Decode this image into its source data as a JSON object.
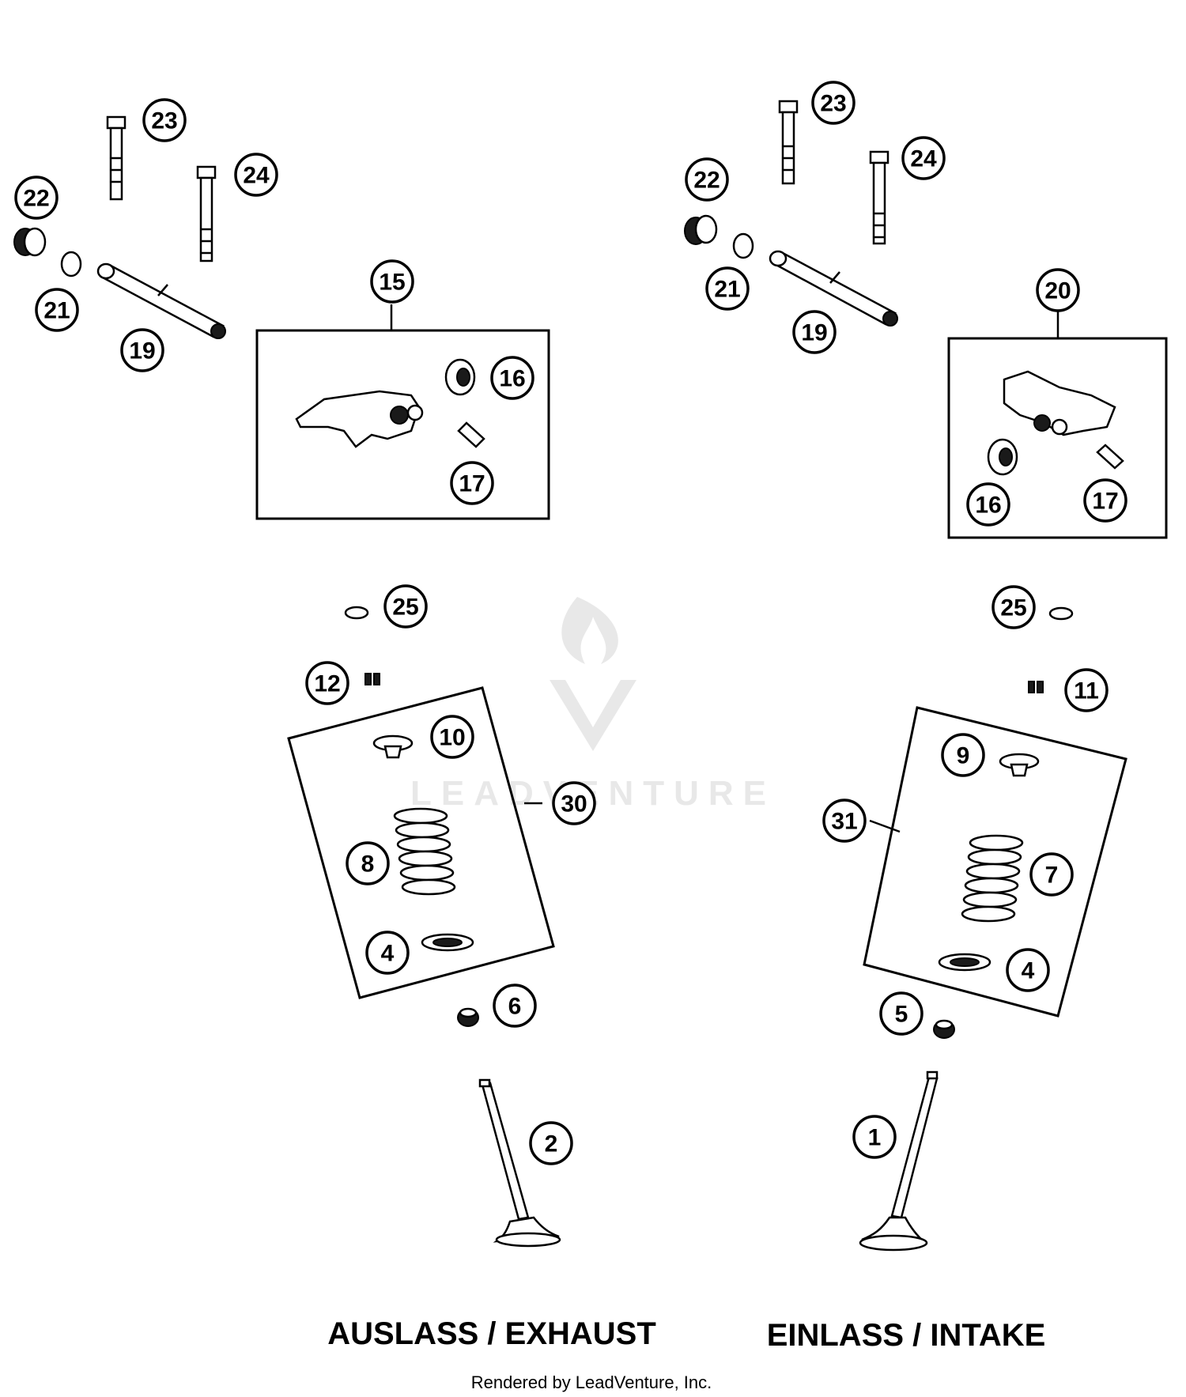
{
  "labels": {
    "exhaust": "AUSLASS / EXHAUST",
    "intake": "EINLASS / INTAKE"
  },
  "credit": "Rendered by LeadVenture, Inc.",
  "watermark": {
    "text": "LEADVENTURE",
    "icon": "flame-v-logo-icon"
  },
  "callouts": {
    "ex_23": "23",
    "ex_24": "24",
    "ex_22": "22",
    "ex_21": "21",
    "ex_19": "19",
    "ex_15": "15",
    "ex_16": "16",
    "ex_17": "17",
    "ex_25": "25",
    "ex_12": "12",
    "ex_10": "10",
    "ex_30": "30",
    "ex_8": "8",
    "ex_4": "4",
    "ex_6": "6",
    "ex_2": "2",
    "in_23": "23",
    "in_24": "24",
    "in_22": "22",
    "in_21": "21",
    "in_19": "19",
    "in_20": "20",
    "in_16": "16",
    "in_17": "17",
    "in_25": "25",
    "in_11": "11",
    "in_9": "9",
    "in_31": "31",
    "in_7": "7",
    "in_4": "4",
    "in_5": "5",
    "in_1": "1"
  }
}
